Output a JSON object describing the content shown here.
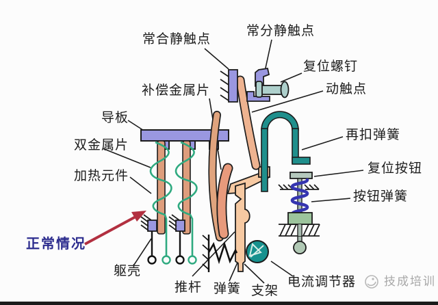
{
  "figure": {
    "description": "Structure diagram of a thermal overload relay (normal condition)",
    "background": "#fcfcfc"
  },
  "labels": {
    "normally_closed_contact": "常合静触点",
    "normally_open_contact": "常分静触点",
    "reset_screw": "复位螺钉",
    "moving_contact": {
      "prefix": "动",
      "suffix": "触点"
    },
    "compensation_strip": "补偿金属片",
    "guide_plate": "导板",
    "bimetal_strip": "双金属片",
    "heating_element": "加热元件",
    "relatch_spring": "再扣弹簧",
    "reset_button": "复位按钮",
    "button_spring": "按钮弹簧",
    "normal_condition": "正常情况",
    "housing": "躯壳",
    "push_rod": "推杆",
    "spring": "弹簧",
    "bracket": "支架",
    "current_regulator": "电流调节器",
    "watermark": "技成培训"
  },
  "colors": {
    "purple_parts": "#9a97e0",
    "tan_strip": "#e0a47e",
    "moving_arm": "#eeb390",
    "bracket_peach": "#f6c9a2",
    "salmon_strip": "#e89a7c",
    "teal_parts": "#1f8f8c",
    "heater_green": "#2faa80",
    "screw_gray": "#aed0cc",
    "button_green": "#9cc49c",
    "coil_blue": "#3535b0",
    "arrow_red": "#b23040",
    "normal_text_navy": "#2d2d8e",
    "line_black": "#1c1c1c"
  }
}
